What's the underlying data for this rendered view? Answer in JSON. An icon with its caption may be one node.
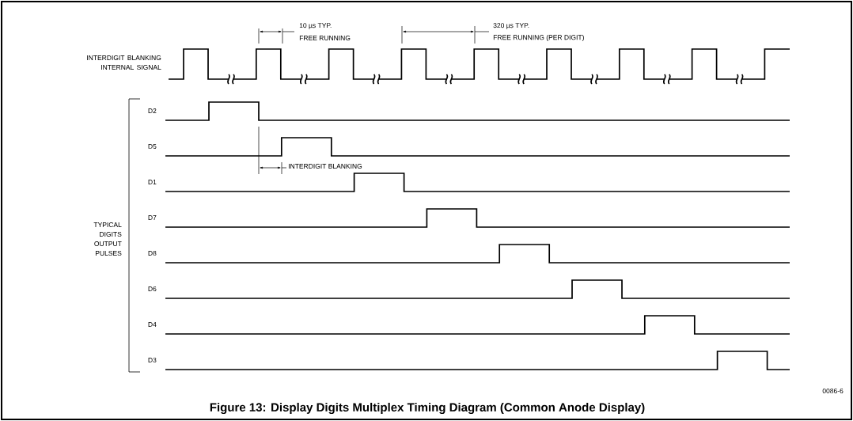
{
  "diagram": {
    "caption": "Figure 13: Display Digits Multiplex Timing Diagram (Common Anode Display)",
    "labels": [
      "10 µs TYP.",
      "FREE RUNNING",
      "320 µs TYP.",
      "FREE RUNNING (PER DIGIT)",
      "INTERDIGIT BLANKING INTERNAL SIGNAL",
      "D2",
      "D5",
      "INTERDIGIT BLANKING",
      "D1",
      "D7",
      "TYPICAL DIGITS OUTPUT PULSES",
      "D8",
      "D6",
      "D4",
      "D3",
      "0086-6"
    ]
  }
}
